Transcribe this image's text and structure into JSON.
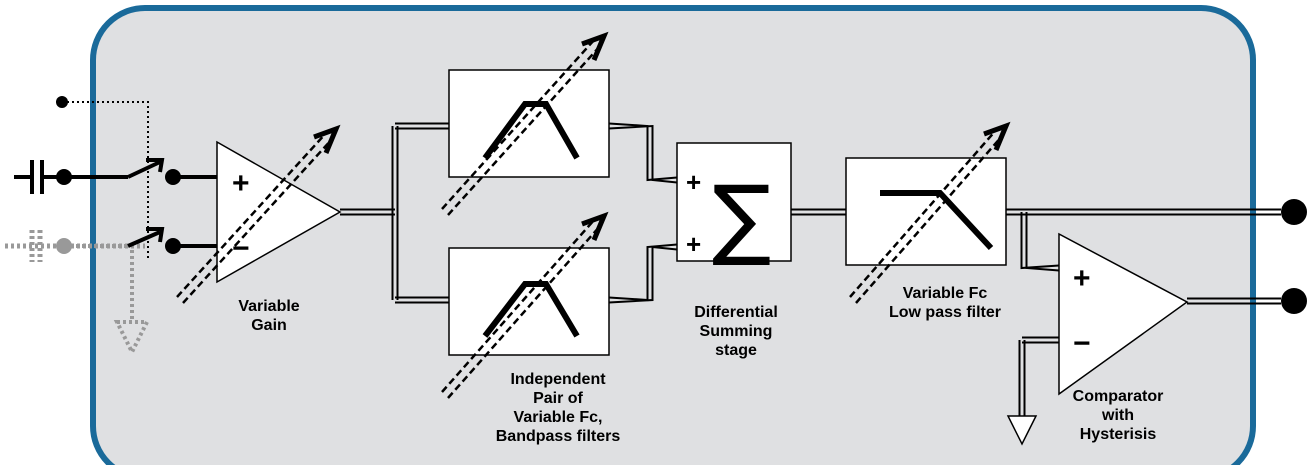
{
  "colors": {
    "frame_stroke": "#1a6a9a",
    "frame_fill": "#dfe0e2",
    "block_fill": "#ffffff",
    "line": "#000000",
    "optional_input": "#999999"
  },
  "labels": {
    "variable_gain": [
      "Variable",
      "Gain"
    ],
    "bandpass_filters": [
      "Independent",
      "Pair of",
      "Variable Fc,",
      "Bandpass filters"
    ],
    "summing_stage": [
      "Differential",
      "Summing",
      "stage"
    ],
    "lowpass_filter": [
      "Variable Fc",
      "Low pass filter"
    ],
    "comparator": [
      "Comparator",
      "with",
      "Hysterisis"
    ]
  },
  "symbols": {
    "plus": "+",
    "minus": "−",
    "sigma": "∑"
  },
  "icons": [
    "capacitor-icon",
    "input-switch-icon",
    "ground-icon",
    "bandpass-response-icon",
    "lowpass-response-icon",
    "variable-adjust-arrow-icon",
    "output-terminal-icon"
  ]
}
